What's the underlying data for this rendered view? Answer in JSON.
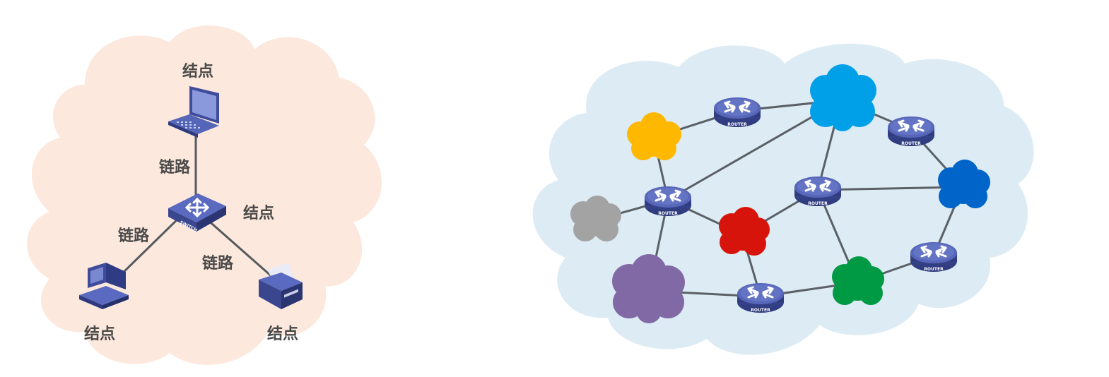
{
  "left_diagram": {
    "node_labels": [
      "结点",
      "结点",
      "结点",
      "结点"
    ],
    "link_labels": [
      "链路",
      "链路",
      "链路"
    ],
    "switch_text": "SWITCH"
  },
  "right_diagram": {
    "router_text": "ROUTER",
    "clouds": [
      {
        "id": "yellow",
        "color": "#FFB800"
      },
      {
        "id": "lightblue",
        "color": "#00A0E9"
      },
      {
        "id": "gray",
        "color": "#A3A3A3"
      },
      {
        "id": "red",
        "color": "#D7140B"
      },
      {
        "id": "darkblue",
        "color": "#0064C8"
      },
      {
        "id": "purple",
        "color": "#8169A6"
      },
      {
        "id": "green",
        "color": "#009944"
      }
    ]
  },
  "colors": {
    "left_background": "#FCE8DC",
    "right_background": "#DCEBF4",
    "device_blue": "#4A5AA8",
    "router_blue": "#4A5AA8"
  }
}
